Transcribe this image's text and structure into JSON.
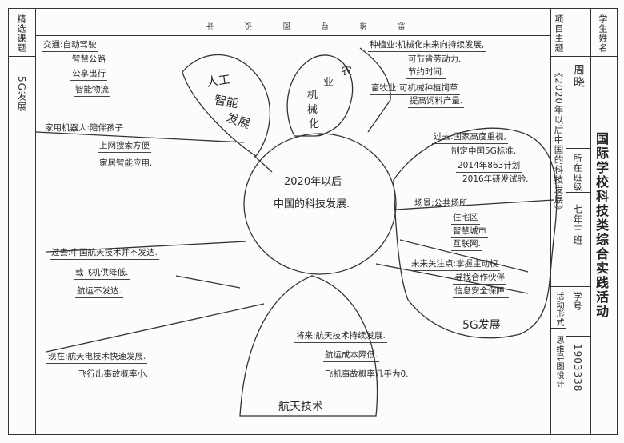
{
  "header": {
    "student_name_label": "学生姓名",
    "student_name_value": "周晓",
    "class_label": "所在班级",
    "class_value": "七年三班",
    "student_no_label": "学号",
    "student_no_value": "1903338",
    "main_title": "国际学校科技类综合实践活动",
    "topic_label": "项目主题",
    "topic_value": "《2020年以后中国的科技发展》",
    "form_label": "活动形式",
    "form_value": "思维导图设计",
    "selected_label": "精选课题",
    "selected_value": "5G发展",
    "design_title": "思 维 导 图 设 计"
  },
  "mindmap": {
    "center": [
      "2020年以后",
      "中国的科技发展."
    ],
    "branches": {
      "ai": {
        "title": [
          "人工",
          "智能",
          "发展"
        ],
        "notes": [
          "交通:自动驾驶",
          "智慧公路",
          "公享出行",
          "智能物流",
          "家用机器人:陪伴孩子",
          "上网搜索方便",
          "家居智能应用."
        ]
      },
      "agri": {
        "title": [
          "农",
          "业",
          "机",
          "械",
          "化"
        ],
        "notes": [
          "种植业:机械化未来向持续发展,",
          "可节省劳动力.",
          "节约时间.",
          "畜牧业:可机械种植饲草",
          "提高饲料产量."
        ]
      },
      "g5": {
        "title": "5G发展",
        "notes": [
          "过去:国家高度重视,",
          "制定中国5G标准.",
          "2014年863计划",
          "2016年研发试验.",
          "场景:公共场所",
          "住宅区",
          "智慧城市",
          "互联网.",
          "未来关注点:掌握主动权",
          "寻找合作伙伴",
          "信息安全保障."
        ]
      },
      "space": {
        "title": "航天技术",
        "notes": [
          "过去:中国航天技术并不发达.",
          "载飞机供降低.",
          "航运不发达.",
          "现在:航天电技术快速发展.",
          "飞行出事故概率小.",
          "将来:航天技术持续发展.",
          "航运成本降低.",
          "飞机事故概率几乎为0."
        ]
      }
    }
  }
}
